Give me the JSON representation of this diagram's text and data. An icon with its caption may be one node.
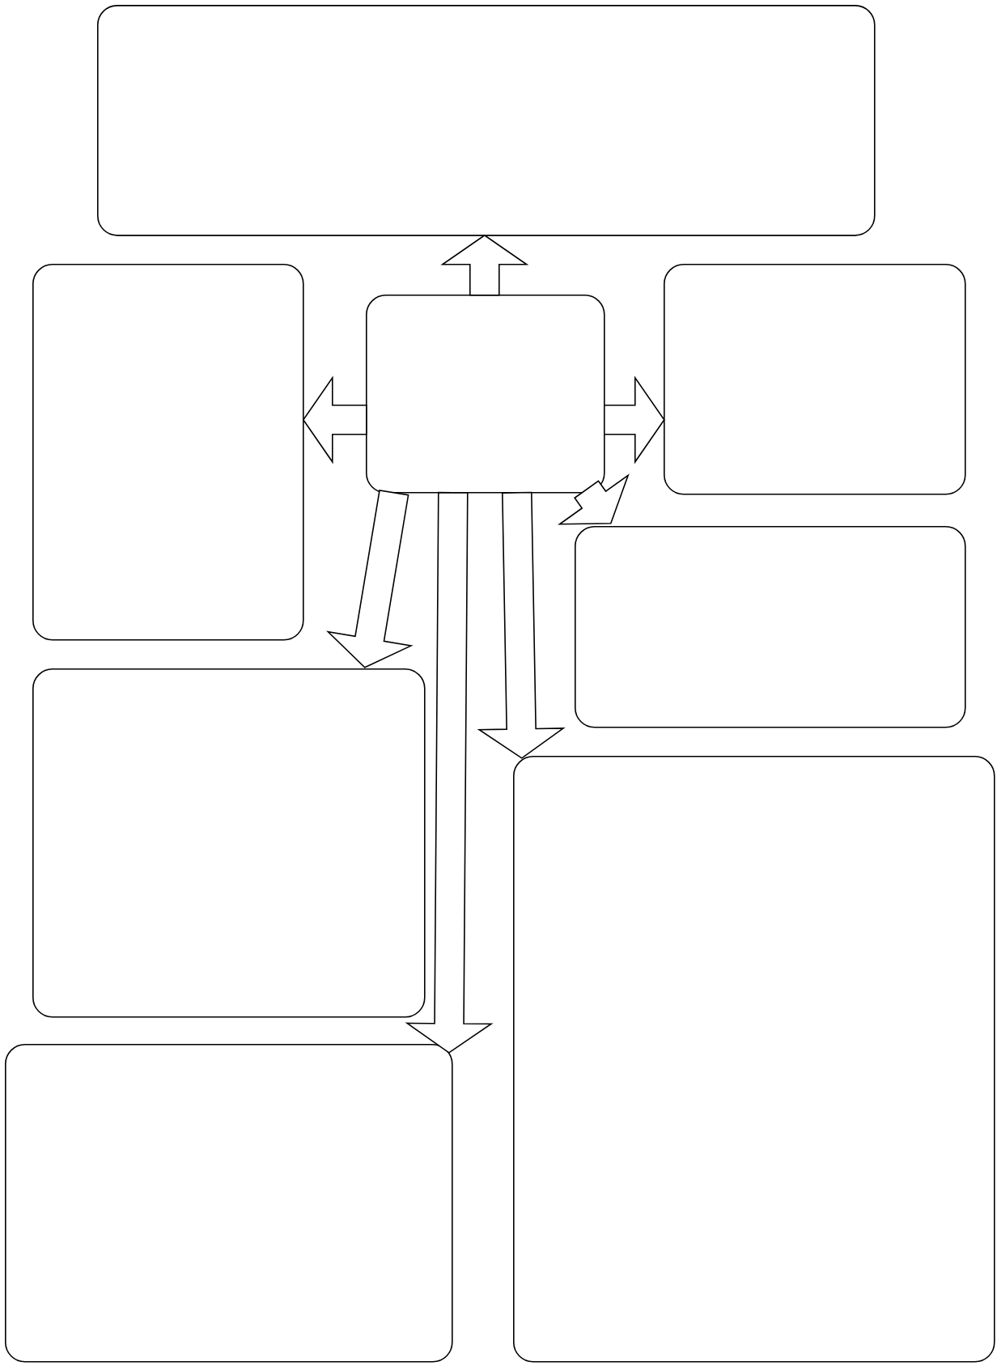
{
  "diagram": {
    "nodes": [
      {
        "text": [],
        "shape": "box"
      },
      {
        "text": [],
        "shape": "box"
      },
      {
        "text": [],
        "shape": "box"
      },
      {
        "text": [],
        "shape": "box"
      },
      {
        "text": [],
        "shape": "box"
      },
      {
        "text": [],
        "shape": "box"
      },
      {
        "text": [],
        "shape": "box"
      },
      {
        "text": [],
        "shape": "box"
      }
    ],
    "edges": [
      {
        "from": 2,
        "to": 0,
        "arrow": "to"
      },
      {
        "from": 2,
        "to": 1,
        "arrow": "to"
      },
      {
        "from": 2,
        "to": 3,
        "arrow": "to"
      },
      {
        "from": 2,
        "to": 4,
        "arrow": "to"
      },
      {
        "from": 2,
        "to": 5,
        "arrow": "to"
      },
      {
        "from": 2,
        "to": 7,
        "arrow": "to"
      },
      {
        "from": 2,
        "to": 6,
        "arrow": "to"
      }
    ]
  }
}
